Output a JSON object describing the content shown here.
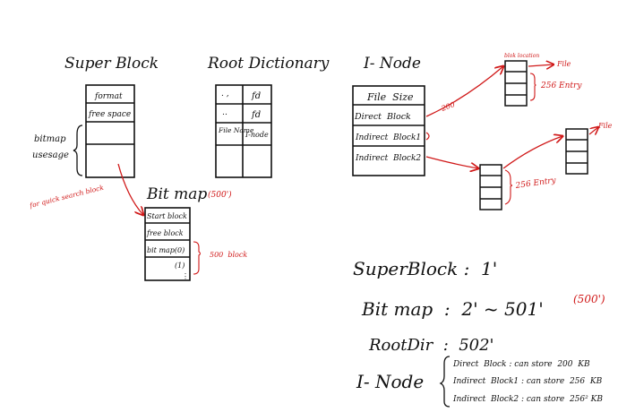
{
  "super_block": {
    "title": "Super Block",
    "rows": [
      "format",
      "free space",
      "",
      ""
    ],
    "bitmap_usage_label": [
      "bitmap",
      "usesage"
    ],
    "quick_search_label": "for quick search block"
  },
  "root_dictionary": {
    "title": "Root Dictionary",
    "rows": [
      [
        ". ,",
        "fd"
      ],
      [
        "‥",
        "fd"
      ],
      [
        "File Name",
        "I-node"
      ],
      [
        "",
        ""
      ]
    ]
  },
  "i_node": {
    "title": "I- Node",
    "rows": [
      "File  Size",
      "Direct  Block",
      "Indirect  Block1",
      "Indirect  Block2"
    ],
    "direct_annotation": "200",
    "block_location_label": "blok location",
    "file_label_1": "File",
    "file_label_2": "File",
    "entry_label_1": "256 Entry",
    "entry_label_2": "256 Entry"
  },
  "bitmap": {
    "title": "Bit map",
    "size_note": "(500')",
    "rows": [
      "Start block",
      "free block",
      "bit map(0)",
      "(1)"
    ],
    "block_count_label": "500  block"
  },
  "summary": {
    "super_block": "SuperBlock :  1'",
    "bitmap": "Bit map  :  2' ~ 501'",
    "bitmap_note": "(500')",
    "root_dir": "RootDir  :  502'",
    "inode_label": "I- Node",
    "inode_lines": [
      "Direct  Block : can store  200  KB",
      "Indirect  Block1 : can store  256  KB",
      "Indirect  Block2 : can store  256² KB"
    ]
  },
  "colors": {
    "ink": "#111111",
    "annotation": "#d01818"
  }
}
